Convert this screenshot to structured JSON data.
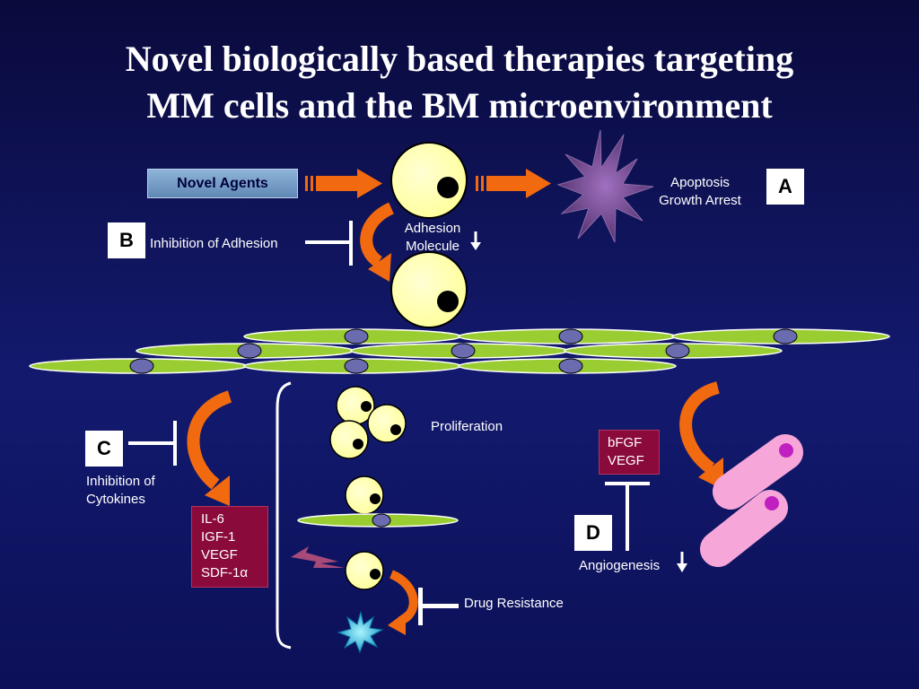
{
  "title": {
    "line1": "Novel biologically based therapies targeting",
    "line2": "MM cells and the BM microenvironment"
  },
  "novel_agents": "Novel Agents",
  "panel_a": {
    "letter": "A",
    "outcome_line1": "Apoptosis",
    "outcome_line2": "Growth Arrest"
  },
  "panel_b": {
    "letter": "B",
    "label": "Inhibition of Adhesion",
    "adhesion_line1": "Adhesion",
    "adhesion_line2": "Molecule"
  },
  "panel_c": {
    "letter": "C",
    "label_line1": "Inhibition of",
    "label_line2": "Cytokines",
    "cytokines": [
      "IL-6",
      "IGF-1",
      "VEGF",
      "SDF-1α"
    ]
  },
  "center": {
    "proliferation": "Proliferation",
    "drug_resistance": "Drug Resistance"
  },
  "panel_d": {
    "letter": "D",
    "factors": [
      "bFGF",
      "VEGF"
    ],
    "angiogenesis": "Angiogenesis"
  },
  "colors": {
    "background": "#0d1360",
    "arrow_orange": "#f26a0f",
    "myeloma_cell": "#ffffa6",
    "stromal_green": "#9acd32",
    "stromal_nucleus": "#6b6bb0",
    "cytokine_box": "#8a0a3c",
    "endothelial_pink": "#f7a6d9",
    "apoptotic_star": "#6a3f86",
    "resistant_star": "#19c7e6"
  }
}
